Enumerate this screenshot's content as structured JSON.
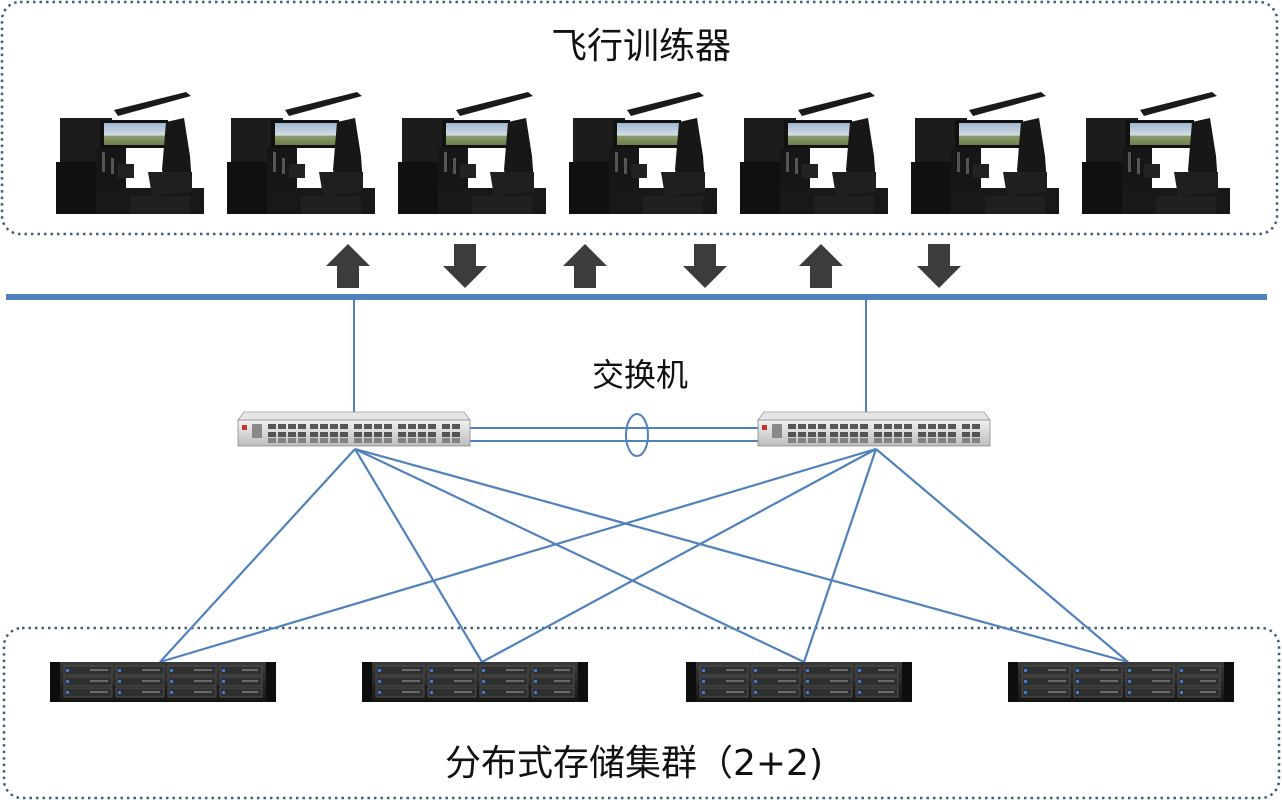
{
  "title_top": "飞行训练器",
  "title_middle": "交换机",
  "title_bottom": "分布式存储集群（2+2)",
  "colors": {
    "line": "#4f81bd",
    "border": "#3f5e7c",
    "arrow": "#3c3c3c",
    "simulator_body": "#141414",
    "switch_body": "#d9d9d9",
    "server_body": "#262626"
  },
  "icons": {
    "simulator": "flight-simulator-icon",
    "switch": "network-switch-icon",
    "server": "storage-server-icon",
    "arrow_up": "arrow-up-icon",
    "arrow_down": "arrow-down-icon"
  },
  "arrows": [
    "up",
    "down",
    "up",
    "down",
    "up",
    "down"
  ],
  "simulator_count": 7,
  "switch_count": 2,
  "server_count": 4
}
